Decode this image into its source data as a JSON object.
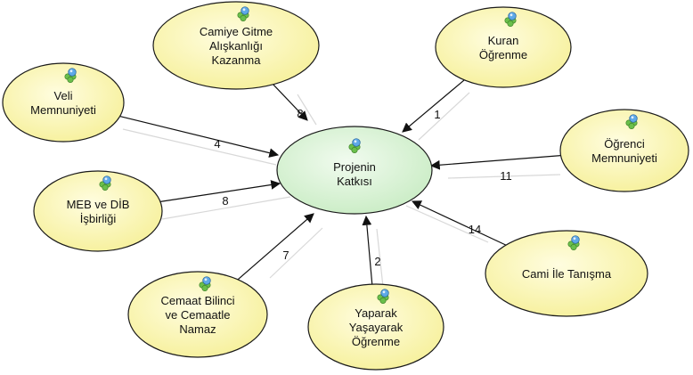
{
  "center": {
    "label": [
      "Projenin",
      "Katkısı"
    ],
    "icon": "group-icon"
  },
  "nodes": [
    {
      "id": "camiye",
      "label": [
        "Camiye Gitme",
        "Alışkanlığı",
        "Kazanma"
      ],
      "weight": "8"
    },
    {
      "id": "kuran",
      "label": [
        "Kuran",
        "Öğrenme"
      ],
      "weight": "1"
    },
    {
      "id": "veli",
      "label": [
        "Veli",
        "Memnuniyeti"
      ],
      "weight": "4"
    },
    {
      "id": "ogrenci",
      "label": [
        "Öğrenci",
        "Memnuniyeti"
      ],
      "weight": "11"
    },
    {
      "id": "meb",
      "label": [
        "MEB ve DİB",
        "İşbirliği"
      ],
      "weight": "8"
    },
    {
      "id": "cami",
      "label": [
        "Cami İle Tanışma"
      ],
      "weight": "14"
    },
    {
      "id": "cemaat",
      "label": [
        "Cemaat Bilinci",
        "ve Cemaatle",
        "Namaz"
      ],
      "weight": "7"
    },
    {
      "id": "yaparak",
      "label": [
        "Yaparak",
        "Yaşayarak",
        "Öğrenme"
      ],
      "weight": "2"
    }
  ],
  "colors": {
    "outer_fill": "#fbf8b4",
    "center_fill": "#d9f3d6",
    "stroke": "#1a1a1a"
  }
}
